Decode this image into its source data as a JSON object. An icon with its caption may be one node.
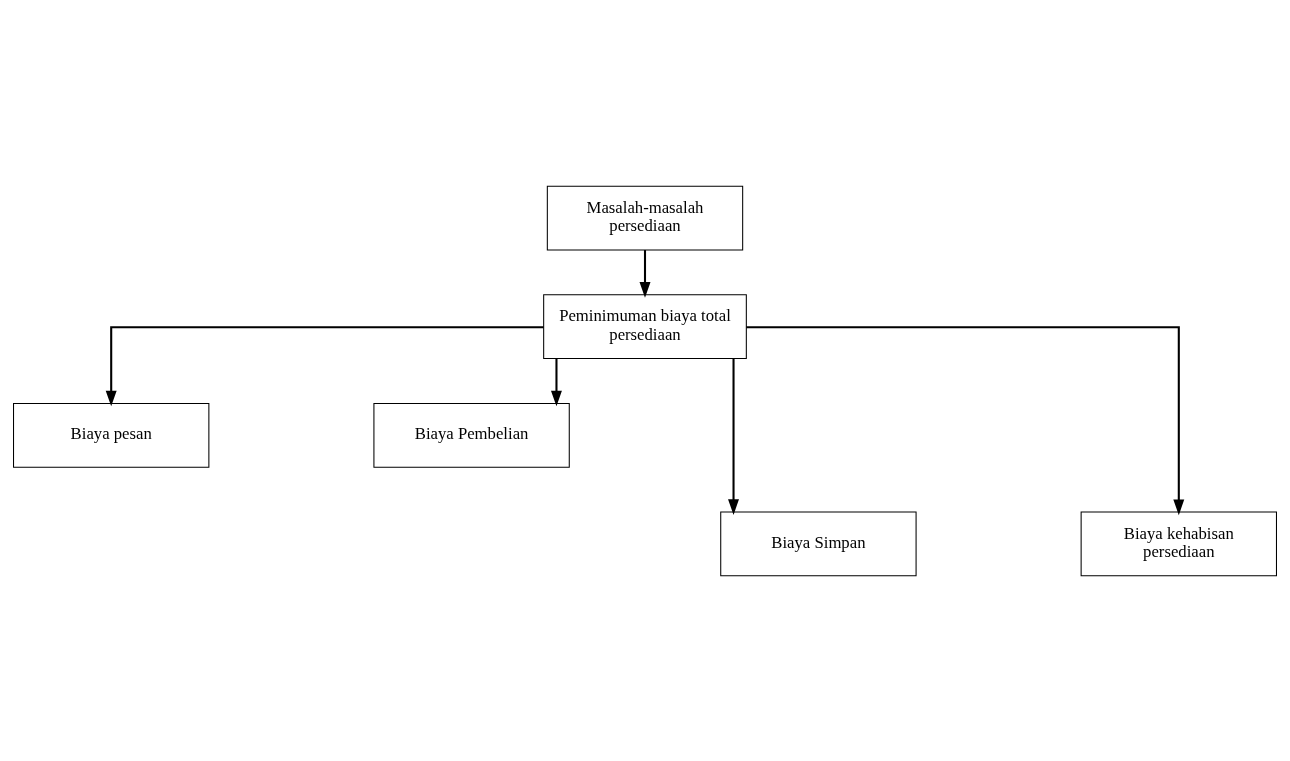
{
  "diagram": {
    "nodes": [
      {
        "text": [
          "Masalah-masalah persediaan"
        ]
      },
      {
        "text": [
          "Peminimuman biaya total persediaan"
        ]
      },
      {
        "text": [
          "Biaya pesan"
        ]
      },
      {
        "text": [
          "Biaya Pembelian"
        ]
      },
      {
        "text": [
          "Biaya Simpan"
        ]
      },
      {
        "text": [
          "Biaya kehabisan persediaan"
        ]
      }
    ],
    "edges": [
      {
        "from": 0,
        "to": 1,
        "arrow": "to"
      },
      {
        "from": 1,
        "to": 2,
        "arrow": "to"
      },
      {
        "from": 1,
        "to": 3,
        "arrow": "to"
      },
      {
        "from": 1,
        "to": 4,
        "arrow": "to"
      },
      {
        "from": 1,
        "to": 5,
        "arrow": "to"
      }
    ]
  }
}
